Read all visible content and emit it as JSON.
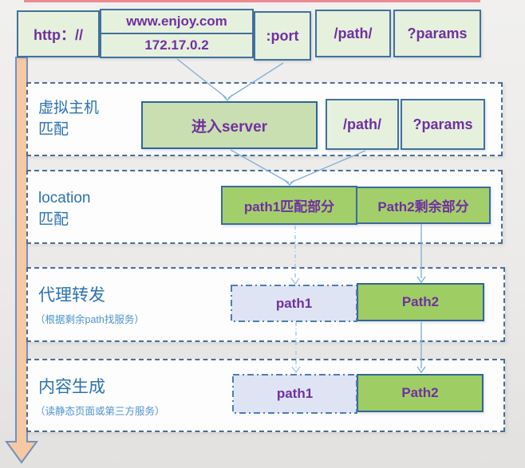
{
  "url_segments": {
    "scheme": "http：//",
    "host_domain": "www.enjoy.com",
    "host_ip": "172.17.0.2",
    "port": ":port",
    "path": "/path/",
    "params": "?params"
  },
  "stages": [
    {
      "label_line1": "虚拟主机",
      "label_line2": "匹配",
      "boxes": {
        "server": "进入server",
        "path": "/path/",
        "params": "?params"
      }
    },
    {
      "label_line1": "location",
      "label_line2": "匹配",
      "boxes": {
        "matched": "path1匹配部分",
        "remainder": "Path2剩余部分"
      }
    },
    {
      "label_line1": "代理转发",
      "note": "（根据剩余path找服务）",
      "boxes": {
        "path1": "path1",
        "path2": "Path2"
      }
    },
    {
      "label_line1": "内容生成",
      "note": "（读静态页面或第三方服务）",
      "boxes": {
        "path1": "path1",
        "path2": "Path2"
      }
    }
  ],
  "colors": {
    "box_fill_light_green": "#e5f0dd",
    "box_fill_server_green": "#cadfb1",
    "box_fill_bright_green": "#a3cf6b",
    "box_fill_lavender": "#dee4f4",
    "box_border_blue": "#41719c",
    "text_purple": "#7030a0",
    "label_blue": "#2a72b0",
    "stage_dash_blue": "#4a6d94",
    "connector_blue": "#85b0da",
    "flow_arrow_fill": "#f6c9a4",
    "top_edge_pink": "#eb8a92"
  }
}
